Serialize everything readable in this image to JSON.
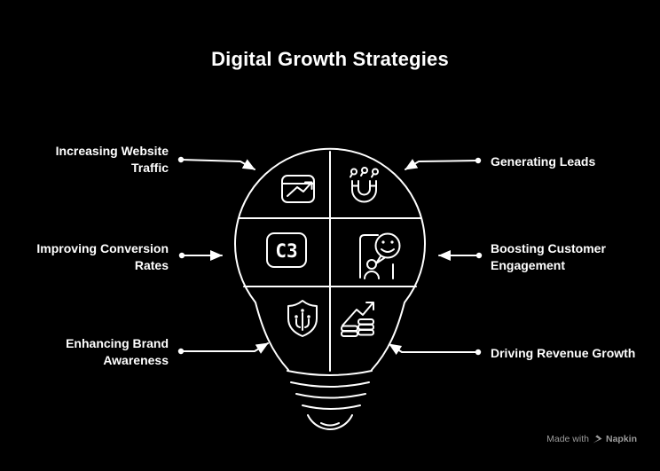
{
  "title": "Digital Growth Strategies",
  "colors": {
    "background": "#000000",
    "stroke": "#ffffff",
    "label_text": "#ffffff",
    "footer_text": "#9b9b9b"
  },
  "bulb": {
    "badge_c3": "C3",
    "cell_icons": [
      "browser-trend-icon",
      "magnet-leads-icon",
      "c3-badge-icon",
      "customer-chat-smiley-icon",
      "shield-circuit-icon",
      "coins-growth-arrow-icon"
    ]
  },
  "labels": {
    "left": [
      "Increasing Website Traffic",
      "Improving Conversion Rates",
      "Enhancing Brand Awareness"
    ],
    "right": [
      "Generating Leads",
      "Boosting Customer Engagement",
      "Driving Revenue Growth"
    ]
  },
  "footer": {
    "prefix": "Made with",
    "brand": "Napkin"
  }
}
